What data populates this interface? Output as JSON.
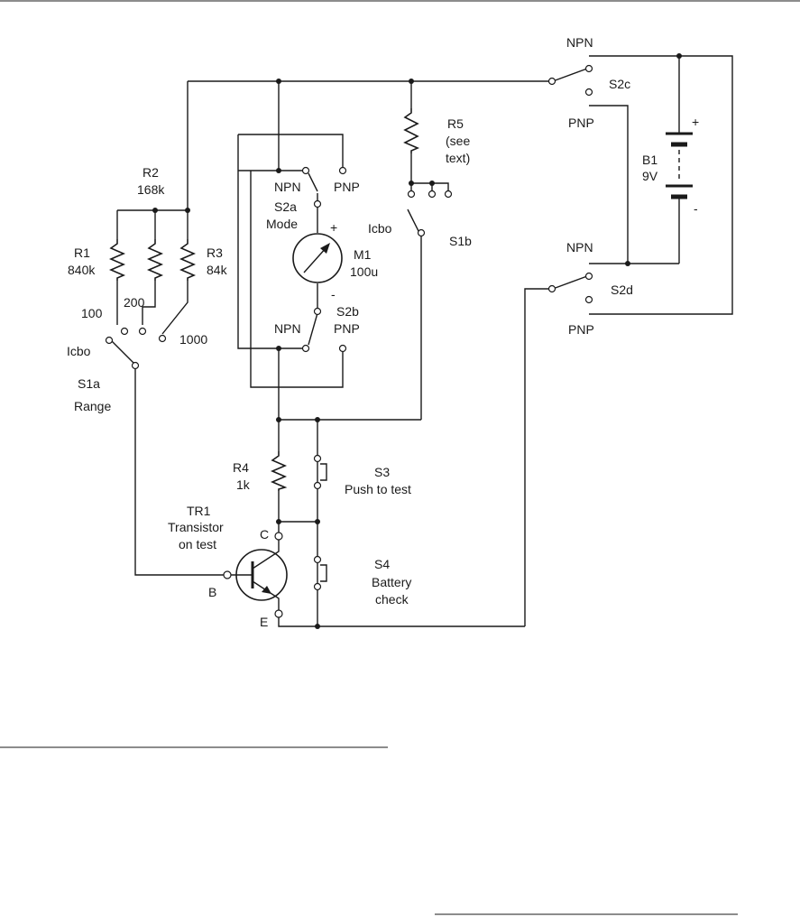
{
  "labels": {
    "npn_top": "NPN",
    "s2c": "S2c",
    "pnp_s2c": "PNP",
    "bat_plus": "+",
    "b1": "B1",
    "b1_v": "9V",
    "bat_minus": "-",
    "r5": "R5",
    "r5_note_1": "(see",
    "r5_note_2": "text)",
    "r2": "R2",
    "r2_v": "168k",
    "npn_s2a": "NPN",
    "pnp_s2a": "PNP",
    "s2a": "S2a",
    "mode": "Mode",
    "meter_plus": "+",
    "m1": "M1",
    "m1_v": "100u",
    "meter_minus": "-",
    "icbo_s1b": "Icbo",
    "s1b": "S1b",
    "r1": "R1",
    "r1_v": "840k",
    "r3": "R3",
    "r3_v": "84k",
    "range_100": "100",
    "range_200": "200",
    "range_1000": "1000",
    "icbo_s1a": "Icbo",
    "s1a": "S1a",
    "range": "Range",
    "s2b": "S2b",
    "npn_s2b": "NPN",
    "pnp_s2b": "PNP",
    "npn_s2d": "NPN",
    "s2d": "S2d",
    "pnp_s2d": "PNP",
    "r4": "R4",
    "r4_v": "1k",
    "s3": "S3",
    "s3_desc": "Push to test",
    "tr1": "TR1",
    "tr1_desc_1": "Transistor",
    "tr1_desc_2": "on test",
    "c": "C",
    "b": "B",
    "e": "E",
    "s4": "S4",
    "s4_desc_1": "Battery",
    "s4_desc_2": "check"
  }
}
